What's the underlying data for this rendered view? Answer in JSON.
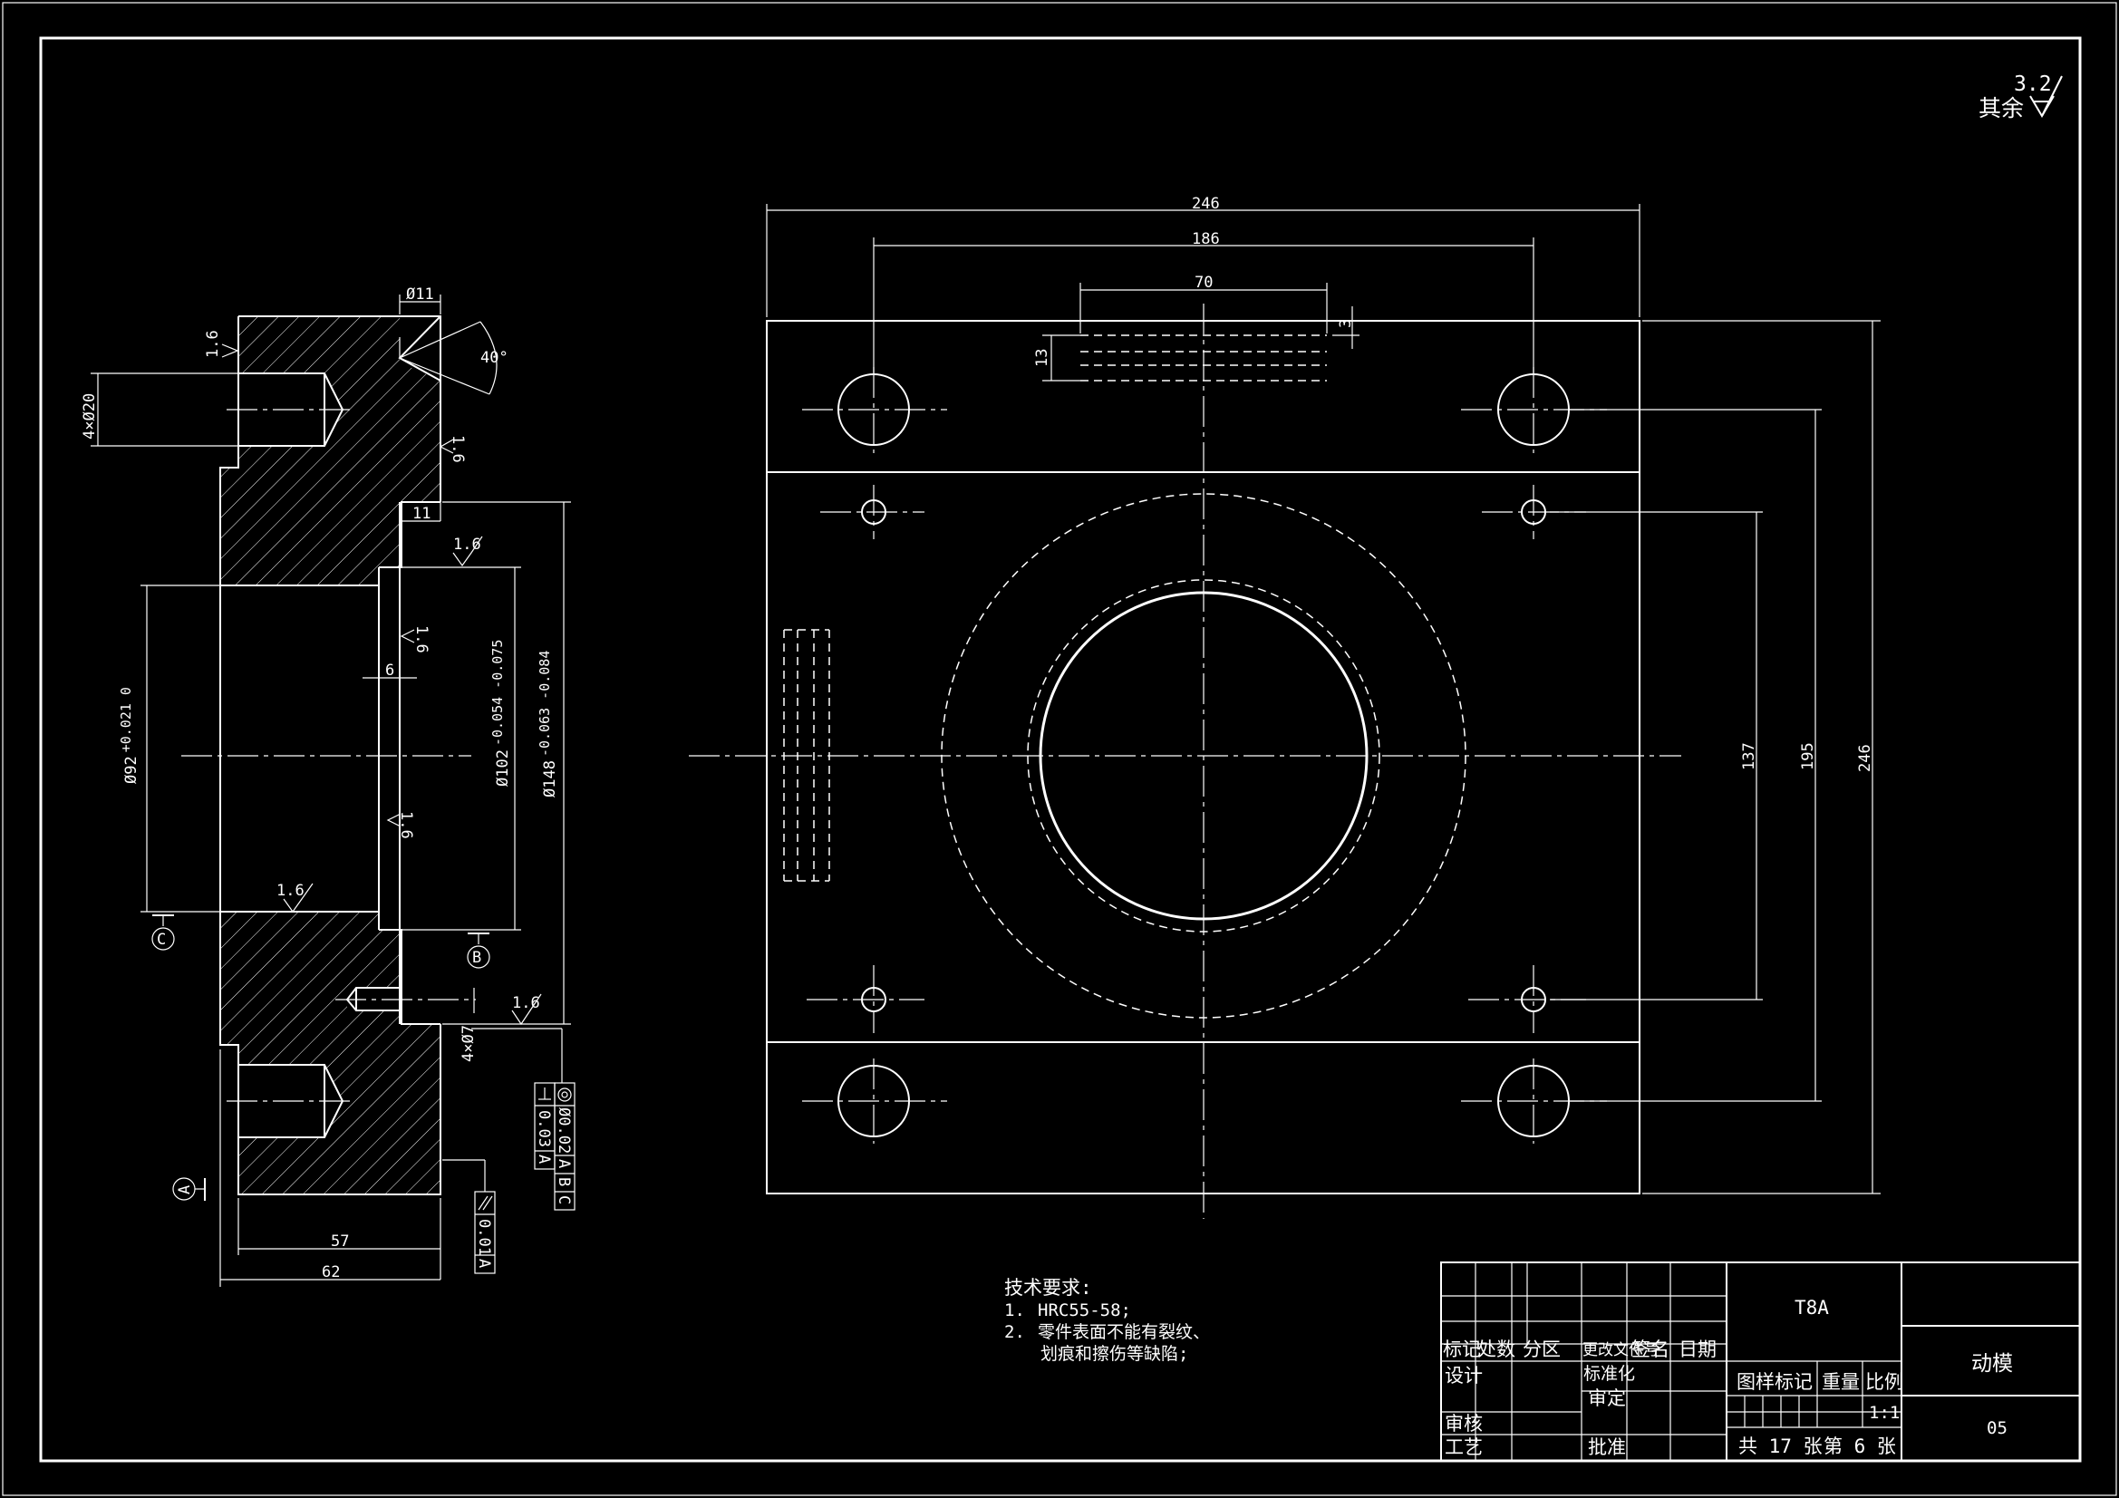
{
  "roughness_default": {
    "value": "3.2",
    "label": "其余"
  },
  "plan_view": {
    "dim_overall_width": "246",
    "dim_hole_spacing_x": "186",
    "dim_slot_width": "70",
    "dim_slot_depth": "3",
    "dim_slot_height": "13",
    "dim_inner_137": "137",
    "dim_inner_195": "195",
    "dim_overall_height": "246"
  },
  "section_view": {
    "dim_dia11": "Ø11",
    "dim_angle": "40°",
    "dim_4x_dia20": "4×Ø20",
    "dim_11": "11",
    "dim_6": "6",
    "dim_dia92": "Ø92",
    "dim_dia92_tol": "+0.021 0",
    "dim_dia102": "Ø102",
    "dim_dia102_tol": "-0.054 -0.075",
    "dim_dia148": "Ø148",
    "dim_dia148_tol": "-0.063 -0.084",
    "dim_4x_dia7": "4×Ø7",
    "dim_57": "57",
    "dim_62": "62",
    "roughness_1_6": "1.6",
    "datum_a": "A",
    "datum_b": "B",
    "datum_c": "C",
    "fcf_concentric_tol": "Ø0.02",
    "fcf_concentric_refs": [
      "A",
      "B",
      "C"
    ],
    "fcf_perp_tol": "0.03",
    "fcf_perp_ref": "A",
    "fcf_parallel_tol": "0.01",
    "fcf_parallel_ref": "A"
  },
  "tech_requirements": {
    "heading": "技术要求:",
    "items": [
      {
        "num": "1.",
        "text": "HRC55-58;"
      },
      {
        "num": "2.",
        "text": "零件表面不能有裂纹、"
      },
      {
        "num": "",
        "text": "划痕和擦伤等缺陷;"
      }
    ]
  },
  "title_block": {
    "material": "T8A",
    "part_name": "动模",
    "drawing_no": "05",
    "revision_headers": [
      "标记",
      "处数",
      "分区",
      "更改文件号",
      "签名",
      "日期"
    ],
    "roles": {
      "design": "设计",
      "standardize": "标准化",
      "review": "审核",
      "approve_fix": "审定",
      "process": "工艺",
      "approve": "批准"
    },
    "stage_mark_label": "图样标记",
    "weight_label": "重量",
    "scale_label": "比例",
    "scale_value": "1:1",
    "sheet_total": "共 17 张",
    "sheet_current": "第 6 张"
  }
}
